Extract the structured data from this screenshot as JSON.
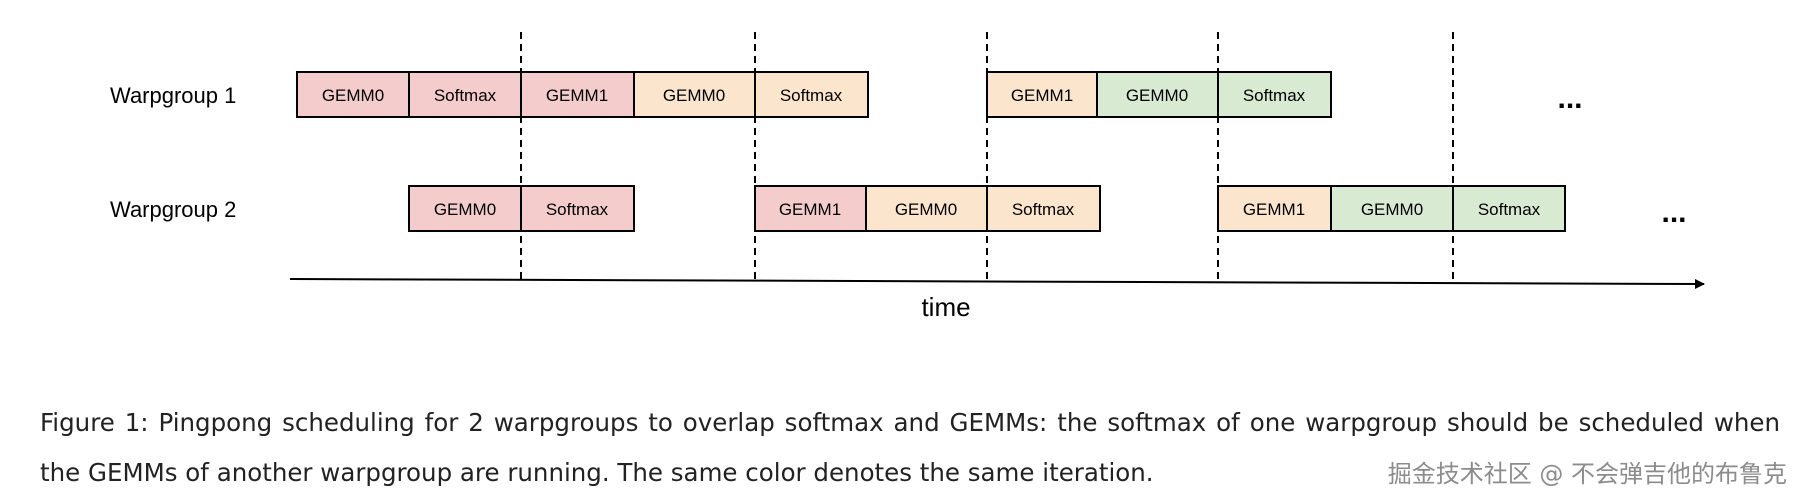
{
  "diagram": {
    "rows": [
      {
        "label": "Warpgroup 1",
        "blocks": [
          {
            "text": "GEMM0",
            "color": "#f4cccc"
          },
          {
            "text": "Softmax",
            "color": "#f4cccc"
          },
          {
            "text": "GEMM1",
            "color": "#f4cccc"
          },
          {
            "text": "GEMM0",
            "color": "#fce5cd"
          },
          {
            "text": "Softmax",
            "color": "#fce5cd"
          },
          {
            "text": "GEMM1",
            "color": "#fce5cd"
          },
          {
            "text": "GEMM0",
            "color": "#d9ead3"
          },
          {
            "text": "Softmax",
            "color": "#d9ead3"
          }
        ],
        "ellipsis": "..."
      },
      {
        "label": "Warpgroup 2",
        "blocks": [
          {
            "text": "GEMM0",
            "color": "#f4cccc"
          },
          {
            "text": "Softmax",
            "color": "#f4cccc"
          },
          {
            "text": "GEMM1",
            "color": "#f4cccc"
          },
          {
            "text": "GEMM0",
            "color": "#fce5cd"
          },
          {
            "text": "Softmax",
            "color": "#fce5cd"
          },
          {
            "text": "GEMM1",
            "color": "#fce5cd"
          },
          {
            "text": "GEMM0",
            "color": "#d9ead3"
          },
          {
            "text": "Softmax",
            "color": "#d9ead3"
          }
        ],
        "ellipsis": "..."
      }
    ],
    "axis_label": "time",
    "iteration_colors": [
      "#f4cccc",
      "#fce5cd",
      "#d9ead3"
    ],
    "border_color": "#000000"
  },
  "caption": {
    "text": "Figure 1: Pingpong scheduling for 2 warpgroups to overlap softmax and GEMMs: the softmax of one warpgroup should be scheduled when the GEMMs of another warpgroup are running. The same color denotes the same iteration."
  },
  "watermark": {
    "text": "掘金技术社区 @ 不会弹吉他的布鲁克"
  }
}
